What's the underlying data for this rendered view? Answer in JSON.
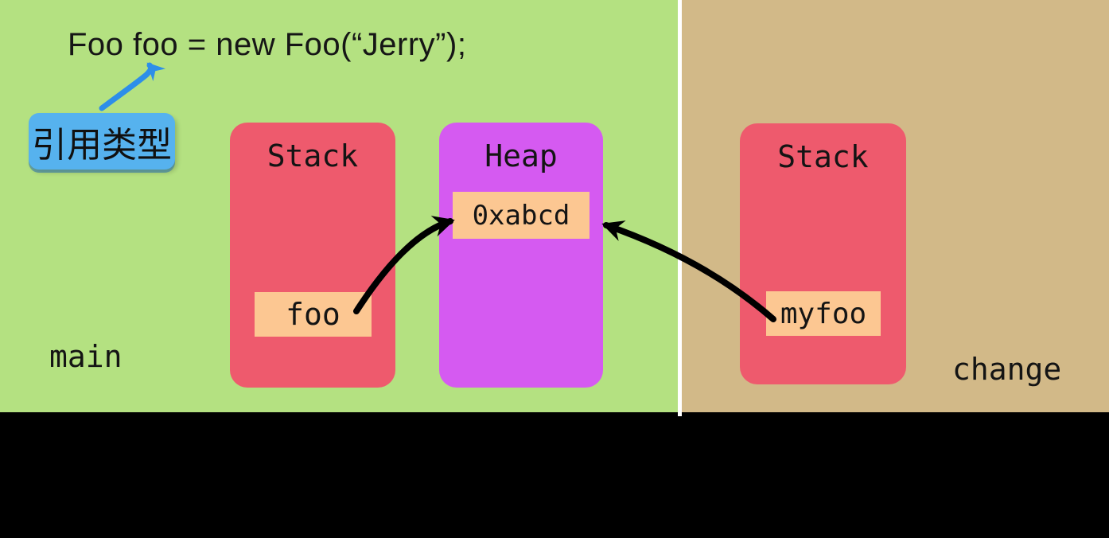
{
  "code_line": "Foo foo = new Foo(“Jerry”);",
  "callout": {
    "label": "引用类型"
  },
  "regions": {
    "main": {
      "label": "main",
      "bg": "#b4e181"
    },
    "change": {
      "label": "change",
      "bg": "#d2b988"
    }
  },
  "boxes": {
    "left_stack": {
      "title": "Stack",
      "slot_label": "foo"
    },
    "heap": {
      "title": "Heap",
      "slot_label": "0xabcd"
    },
    "right_stack": {
      "title": "Stack",
      "slot_label": "myfoo"
    }
  },
  "colors": {
    "stack_box": "#ee5a6d",
    "heap_box": "#d55af1",
    "value_slot": "#fcc792",
    "callout_bg": "#56b2ee",
    "callout_arrow": "#2d8ee9",
    "pointer_arrows": "#000000",
    "divider": "#ffffff",
    "bottom_bar": "#000000"
  }
}
